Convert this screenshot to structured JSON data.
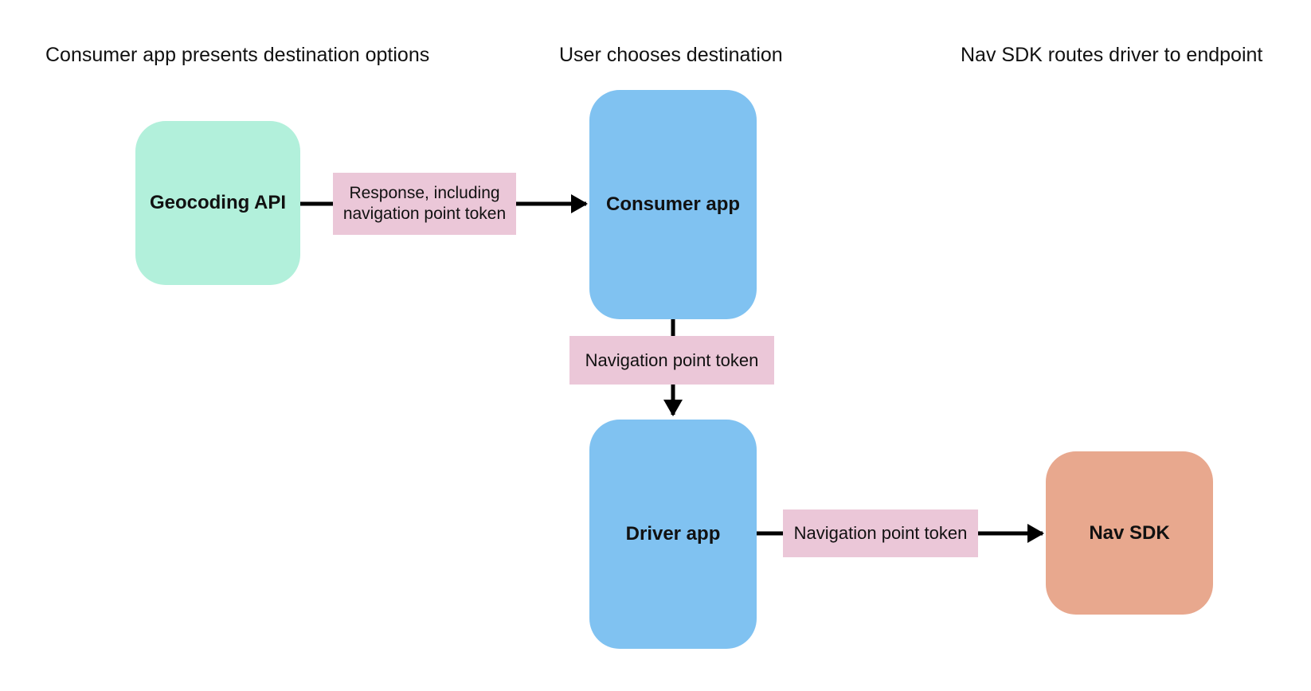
{
  "diagram": {
    "phase_headers": [
      "Consumer app presents destination options",
      "User chooses destination",
      "Nav SDK routes driver to endpoint"
    ],
    "nodes": {
      "geocoding_api": {
        "label": "Geocoding API",
        "fill": "#b2f0db"
      },
      "consumer_app": {
        "label": "Consumer app",
        "fill": "#80c2f1"
      },
      "driver_app": {
        "label": "Driver app",
        "fill": "#80c2f1"
      },
      "nav_sdk": {
        "label": "Nav SDK",
        "fill": "#e8a88e"
      }
    },
    "edge_labels": {
      "geocoding_to_consumer": "Response, including navigation point token",
      "consumer_to_driver": "Navigation point token",
      "driver_to_navsdk": "Navigation point token",
      "label_fill": "#ebc7d8"
    },
    "arrow_color": "#000000",
    "background": "#ffffff",
    "text_color": "#111111"
  }
}
